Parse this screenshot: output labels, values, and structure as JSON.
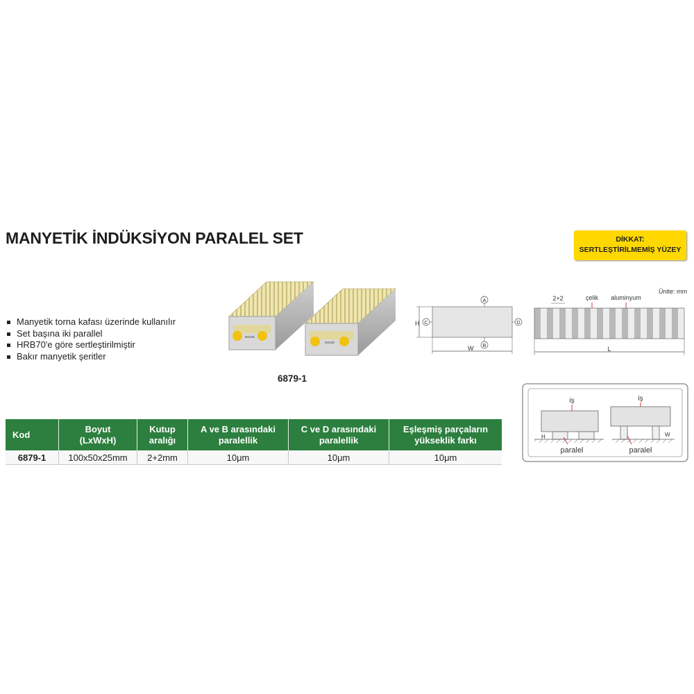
{
  "title": "MANYETİK İNDÜKSİYON PARALEL SET",
  "warning": {
    "line1": "DİKKAT:",
    "line2": "SERTLEŞTİRİLMEMİŞ YÜZEY"
  },
  "features": [
    "Manyetik torna kafası üzerinde kullanılır",
    "Set başına iki parallel",
    "HRB70'e göre sertleştirilmiştir",
    "Bakır manyetik şeritler"
  ],
  "product": {
    "model": "6879-1",
    "brand": "INSIZE"
  },
  "dim_diagram": {
    "label_a": "A",
    "label_b": "B",
    "label_c": "C",
    "label_d": "D",
    "label_h": "H",
    "label_w": "W"
  },
  "strip_diagram": {
    "unit": "Ünite: mm",
    "pitch": "2+2",
    "steel": "çelik",
    "aluminum": "aluminyum",
    "length": "L"
  },
  "usage_diagram": {
    "work": "iş",
    "parallel": "paralel",
    "label_h": "H",
    "label_w": "W"
  },
  "table": {
    "headers": [
      [
        "Kod"
      ],
      [
        "Boyut",
        "(LxWxH)"
      ],
      [
        "Kutup",
        "aralığı"
      ],
      [
        "A ve B arasındaki",
        "paralellik"
      ],
      [
        "C ve D arasındaki",
        "paralellik"
      ],
      [
        "Eşleşmiş parçaların",
        "yükseklik farkı"
      ]
    ],
    "rows": [
      [
        "6879-1",
        "100x50x25mm",
        "2+2mm",
        "10μm",
        "10μm",
        "10μm"
      ]
    ]
  },
  "colors": {
    "header_green": "#2c7f3e",
    "warning_yellow": "#ffd800",
    "block_gold": "#e7dc9c"
  }
}
